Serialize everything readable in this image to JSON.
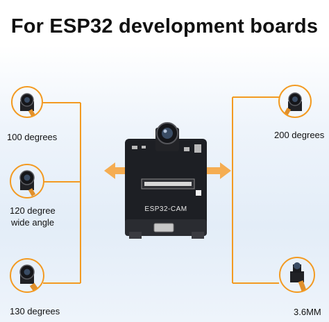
{
  "title": "For ESP32 development boards",
  "board_label": "ESP32-CAM",
  "lenses": {
    "left_top": "100 degrees",
    "left_mid_line1": "120 degree",
    "left_mid_line2": "wide angle",
    "left_bottom": "130 degrees",
    "right_top": "200 degrees",
    "right_bottom": "3.6MM"
  },
  "colors": {
    "accent": "#f39a21",
    "board": "#1d1f24",
    "ribbon": "#e0902c"
  }
}
